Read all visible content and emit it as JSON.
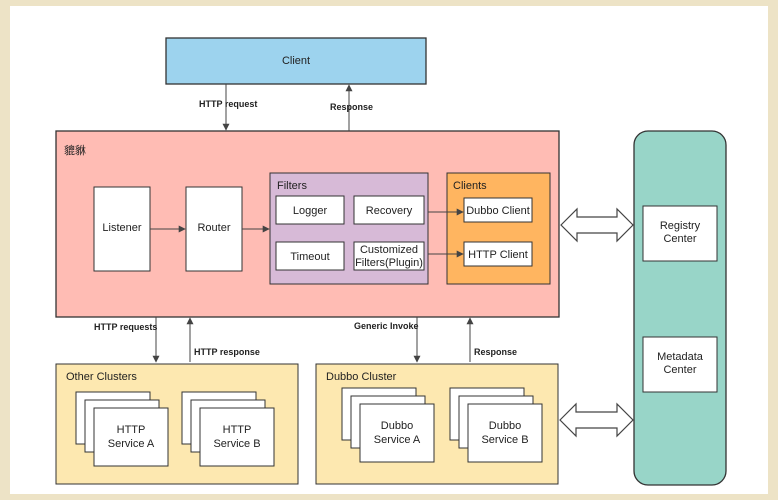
{
  "client": "Client",
  "gateway": {
    "title": "貔貅"
  },
  "edges": {
    "http_request": "HTTP request",
    "response_top": "Response",
    "http_requests": "HTTP requests",
    "http_response": "HTTP response",
    "generic_invoke": "Generic Invoke",
    "response_bottom": "Response"
  },
  "components": {
    "listener": "Listener",
    "router": "Router"
  },
  "filters": {
    "title": "Filters",
    "logger": "Logger",
    "recovery": "Recovery",
    "timeout": "Timeout",
    "customized_line1": "Customized",
    "customized_line2": "Filters(Plugin)"
  },
  "clients": {
    "title": "Clients",
    "dubbo_client": "Dubbo Client",
    "http_client": "HTTP Client"
  },
  "other_clusters": {
    "title": "Other Clusters",
    "service_a_line1": "HTTP",
    "service_a_line2": "Service A",
    "service_b_line1": "HTTP",
    "service_b_line2": "Service B"
  },
  "dubbo_cluster": {
    "title": "Dubbo Cluster",
    "service_a_line1": "Dubbo",
    "service_a_line2": "Service A",
    "service_b_line1": "Dubbo",
    "service_b_line2": "Service B"
  },
  "registry": {
    "registry_line1": "Registry",
    "registry_line2": "Center",
    "metadata_line1": "Metadata",
    "metadata_line2": "Center"
  },
  "colors": {
    "client": "#9dd3ee",
    "gateway": "#ffbcb4",
    "filters": "#d7bad7",
    "clients": "#ffb560",
    "cluster": "#fde8b0",
    "registry": "#98d5c8"
  }
}
